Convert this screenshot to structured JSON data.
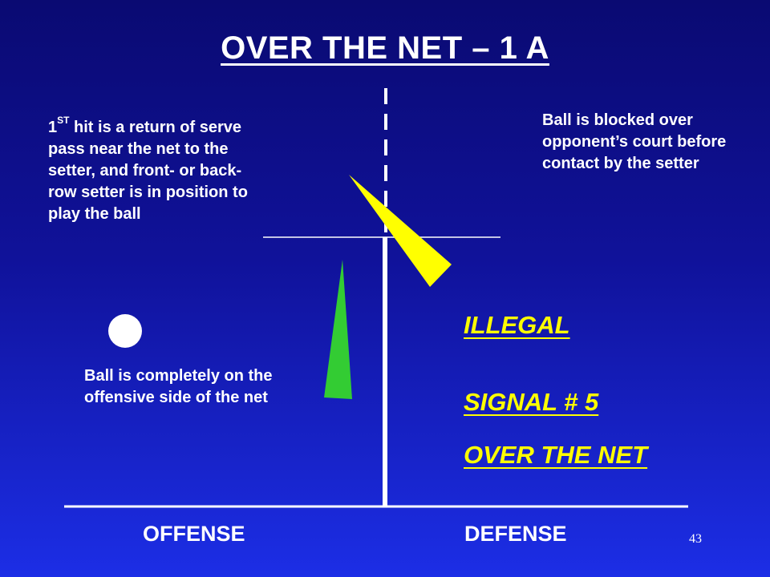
{
  "title": "OVER THE NET – 1 A",
  "notes": {
    "first_hit_prefix": "1",
    "first_hit_sup": "ST",
    "first_hit_text": " hit is a return of serve pass near the net to the setter, and front- or back-row setter is in position to play the ball",
    "blocked": "Ball is blocked over opponent’s court before contact by the setter",
    "ball_position": "Ball is completely on the offensive side of the net"
  },
  "callouts": {
    "illegal": "ILLEGAL",
    "signal": "SIGNAL # 5",
    "signal_name": "OVER THE NET"
  },
  "sides": {
    "offense": "OFFENSE",
    "defense": "DEFENSE"
  },
  "page_number": "43",
  "colors": {
    "background_top": "#0a0a72",
    "background_bottom": "#1c2ee6",
    "callout": "#ffff00",
    "attack_wedge": "#ffff00",
    "set_wedge": "#33cc33",
    "lines": "#ffffff"
  }
}
